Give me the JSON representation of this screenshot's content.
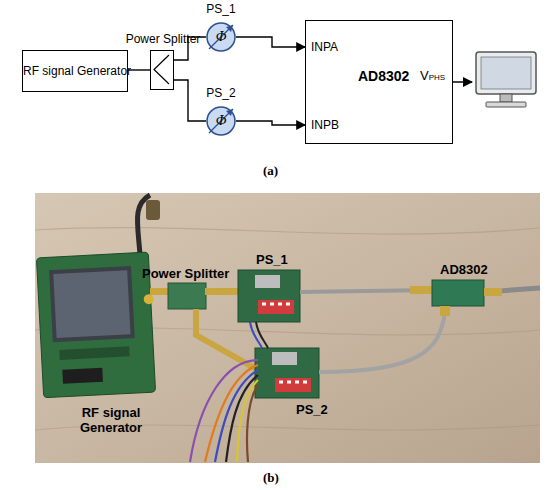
{
  "diagram": {
    "nodes": [
      {
        "text": [
          "RF signal Generator"
        ]
      },
      {
        "text": [
          "Power Splitter"
        ]
      },
      {
        "text": [
          "PS_1",
          "Φ"
        ]
      },
      {
        "text": [
          "PS_2",
          "Φ"
        ]
      },
      {
        "text": [
          "INPA",
          "INPB",
          "AD8302",
          "VPHS"
        ]
      }
    ],
    "edges": [
      {
        "from": 0,
        "to": 1,
        "arrow": "none"
      },
      {
        "from": 1,
        "to": 2,
        "arrow": "none"
      },
      {
        "from": 1,
        "to": 3,
        "arrow": "none"
      },
      {
        "from": 2,
        "to": 4,
        "arrow": "to"
      },
      {
        "from": 3,
        "to": 4,
        "arrow": "to"
      }
    ],
    "labels": [
      "(a)",
      "RF signal Generator",
      "Power Splitter",
      "PS_1",
      "PS_2",
      "AD8302",
      "(b)"
    ]
  }
}
